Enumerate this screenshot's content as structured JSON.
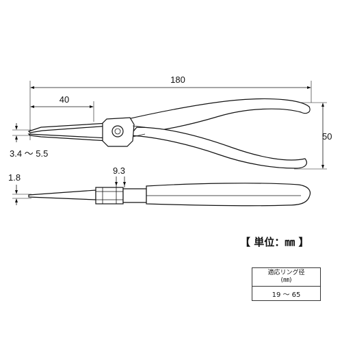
{
  "dimensions": {
    "total_length": "180",
    "tip_length": "40",
    "height": "50",
    "tip_range": "3.4 ～ 5.5",
    "tip_thickness": "1.8",
    "joint_thickness": "9.3"
  },
  "unit_label": "【 単位：㎜ 】",
  "spec_table": {
    "header_line1": "適応リング径",
    "header_line2": "(㎜)",
    "value": "19 ～ 65"
  }
}
